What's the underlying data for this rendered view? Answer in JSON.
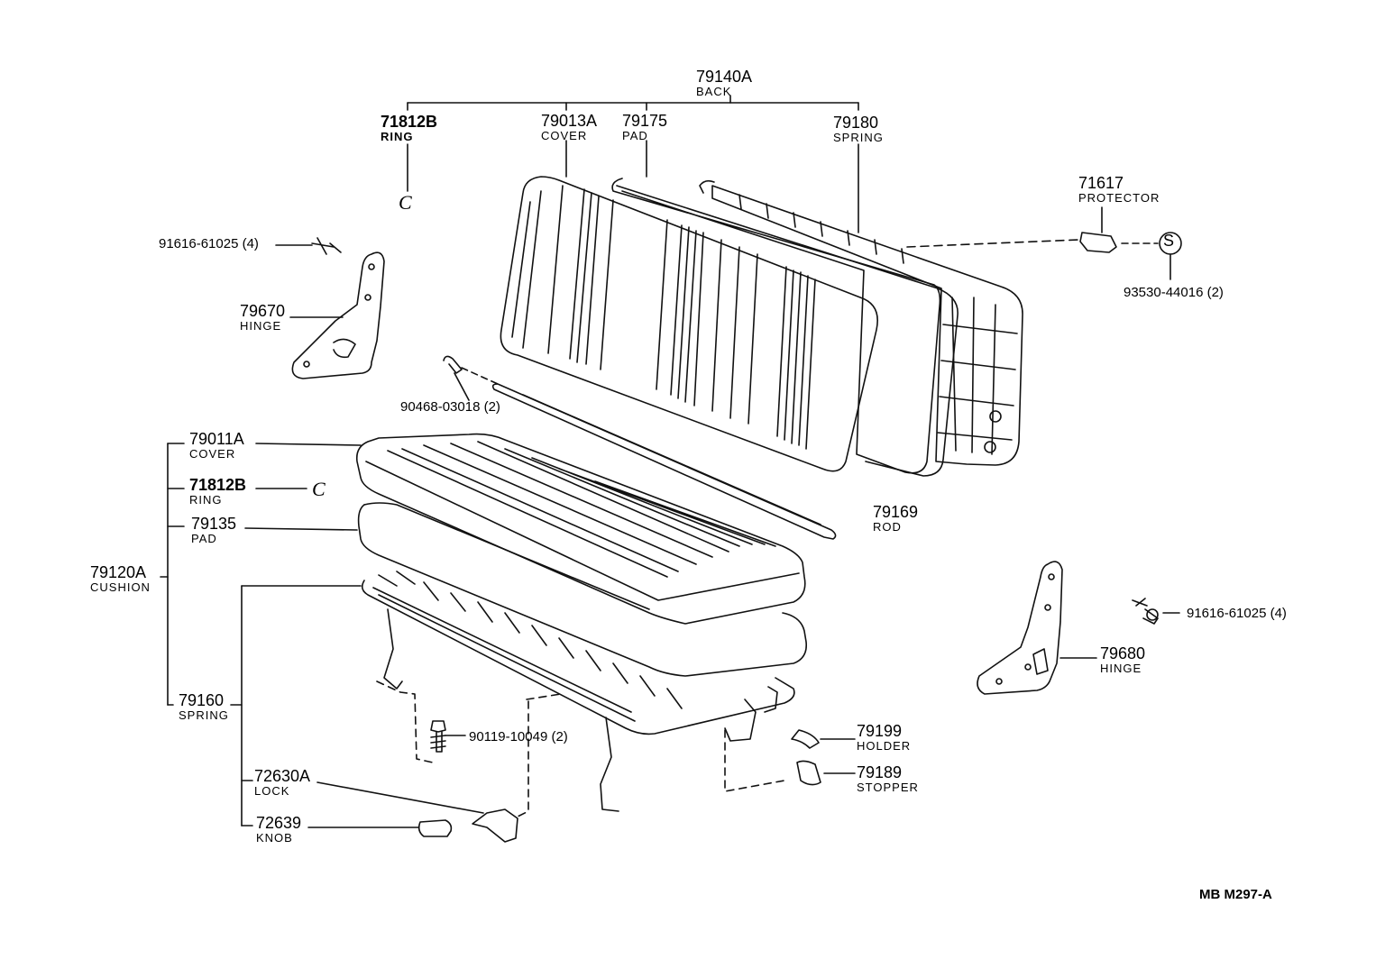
{
  "labels": {
    "back": {
      "number": "79140A",
      "name": "BACK"
    },
    "ring_top": {
      "number": "71812B",
      "name": "RING"
    },
    "cover_back": {
      "number": "79013A",
      "name": "COVER"
    },
    "pad_back": {
      "number": "79175",
      "name": "PAD"
    },
    "spring_back": {
      "number": "79180",
      "name": "SPRING"
    },
    "protector": {
      "number": "71617",
      "name": "PROTECTOR"
    },
    "hinge_left": {
      "number": "79670",
      "name": "HINGE"
    },
    "cover_cushion": {
      "number": "79011A",
      "name": "COVER"
    },
    "ring_cushion": {
      "number": "71812B",
      "name": "RING"
    },
    "pad_cushion": {
      "number": "79135",
      "name": "PAD"
    },
    "cushion": {
      "number": "79120A",
      "name": "CUSHION"
    },
    "spring_cushion": {
      "number": "79160",
      "name": "SPRING"
    },
    "lock": {
      "number": "72630A",
      "name": "LOCK"
    },
    "knob": {
      "number": "72639",
      "name": "KNOB"
    },
    "rod": {
      "number": "79169",
      "name": "ROD"
    },
    "hinge_right": {
      "number": "79680",
      "name": "HINGE"
    },
    "holder": {
      "number": "79199",
      "name": "HOLDER"
    },
    "stopper": {
      "number": "79189",
      "name": "STOPPER"
    }
  },
  "part_numbers": {
    "bolt_left": "91616-61025 (4)",
    "bolt_right": "91616-61025 (4)",
    "nut_s": "93530-44016 (2)",
    "clip": "90468-03018 (2)",
    "bolt_bottom": "90119-10049 (2)"
  },
  "ring_symbol": "C",
  "nut_symbol": "S",
  "reference": "MB  M297-A"
}
